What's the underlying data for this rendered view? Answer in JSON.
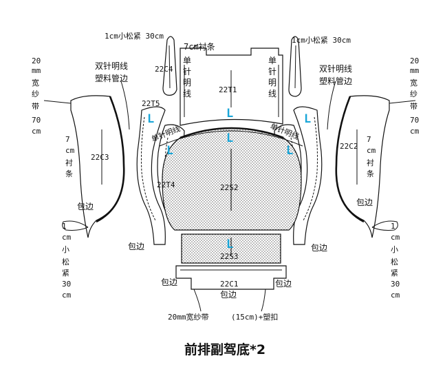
{
  "title": "前排副驾底*2",
  "colors": {
    "marker": "#1aa6d8",
    "line": "#111111"
  },
  "top": {
    "left_elastic": "1cm小松紧 30cm",
    "right_elastic": "1cm小松紧 30cm",
    "lining": "7cm衬条"
  },
  "sides": {
    "left_tape": [
      "20",
      "mm",
      "宽",
      "纱",
      "带",
      "70",
      "cm"
    ],
    "right_tape": [
      "20",
      "mm",
      "宽",
      "纱",
      "带",
      "70",
      "cm"
    ],
    "left_elastic": [
      "1",
      "cm",
      "小",
      "松",
      "紧",
      "30",
      "cm"
    ],
    "right_elastic": [
      "1",
      "cm",
      "小",
      "松",
      "紧",
      "30",
      "cm"
    ],
    "left_lining": [
      "7",
      "cm",
      "衬",
      "条"
    ],
    "right_lining": [
      "7",
      "cm",
      "衬",
      "条"
    ]
  },
  "notes": {
    "double_stitch_1": "双针明线",
    "plastic_edge_1": "塑料管边",
    "double_stitch_2": "双针明线",
    "plastic_edge_2": "塑料管边",
    "single_stitch_left": [
      "单",
      "针",
      "明",
      "线"
    ],
    "single_stitch_right": [
      "单",
      "针",
      "明",
      "线"
    ],
    "single_arc_left": "单针明线",
    "single_arc_right": "单针明线",
    "edge_binding": "包边",
    "tape_bottom": "20mm宽纱带",
    "buckle": "(15cm)+塑扣"
  },
  "codes": {
    "c4": "22C4",
    "t1": "22T1",
    "t5": "22T5",
    "c3": "22C3",
    "c2": "22C2",
    "t4": "22T4",
    "s2": "22S2",
    "s3": "22S3",
    "c1": "22C1"
  },
  "marker_letter": "L"
}
